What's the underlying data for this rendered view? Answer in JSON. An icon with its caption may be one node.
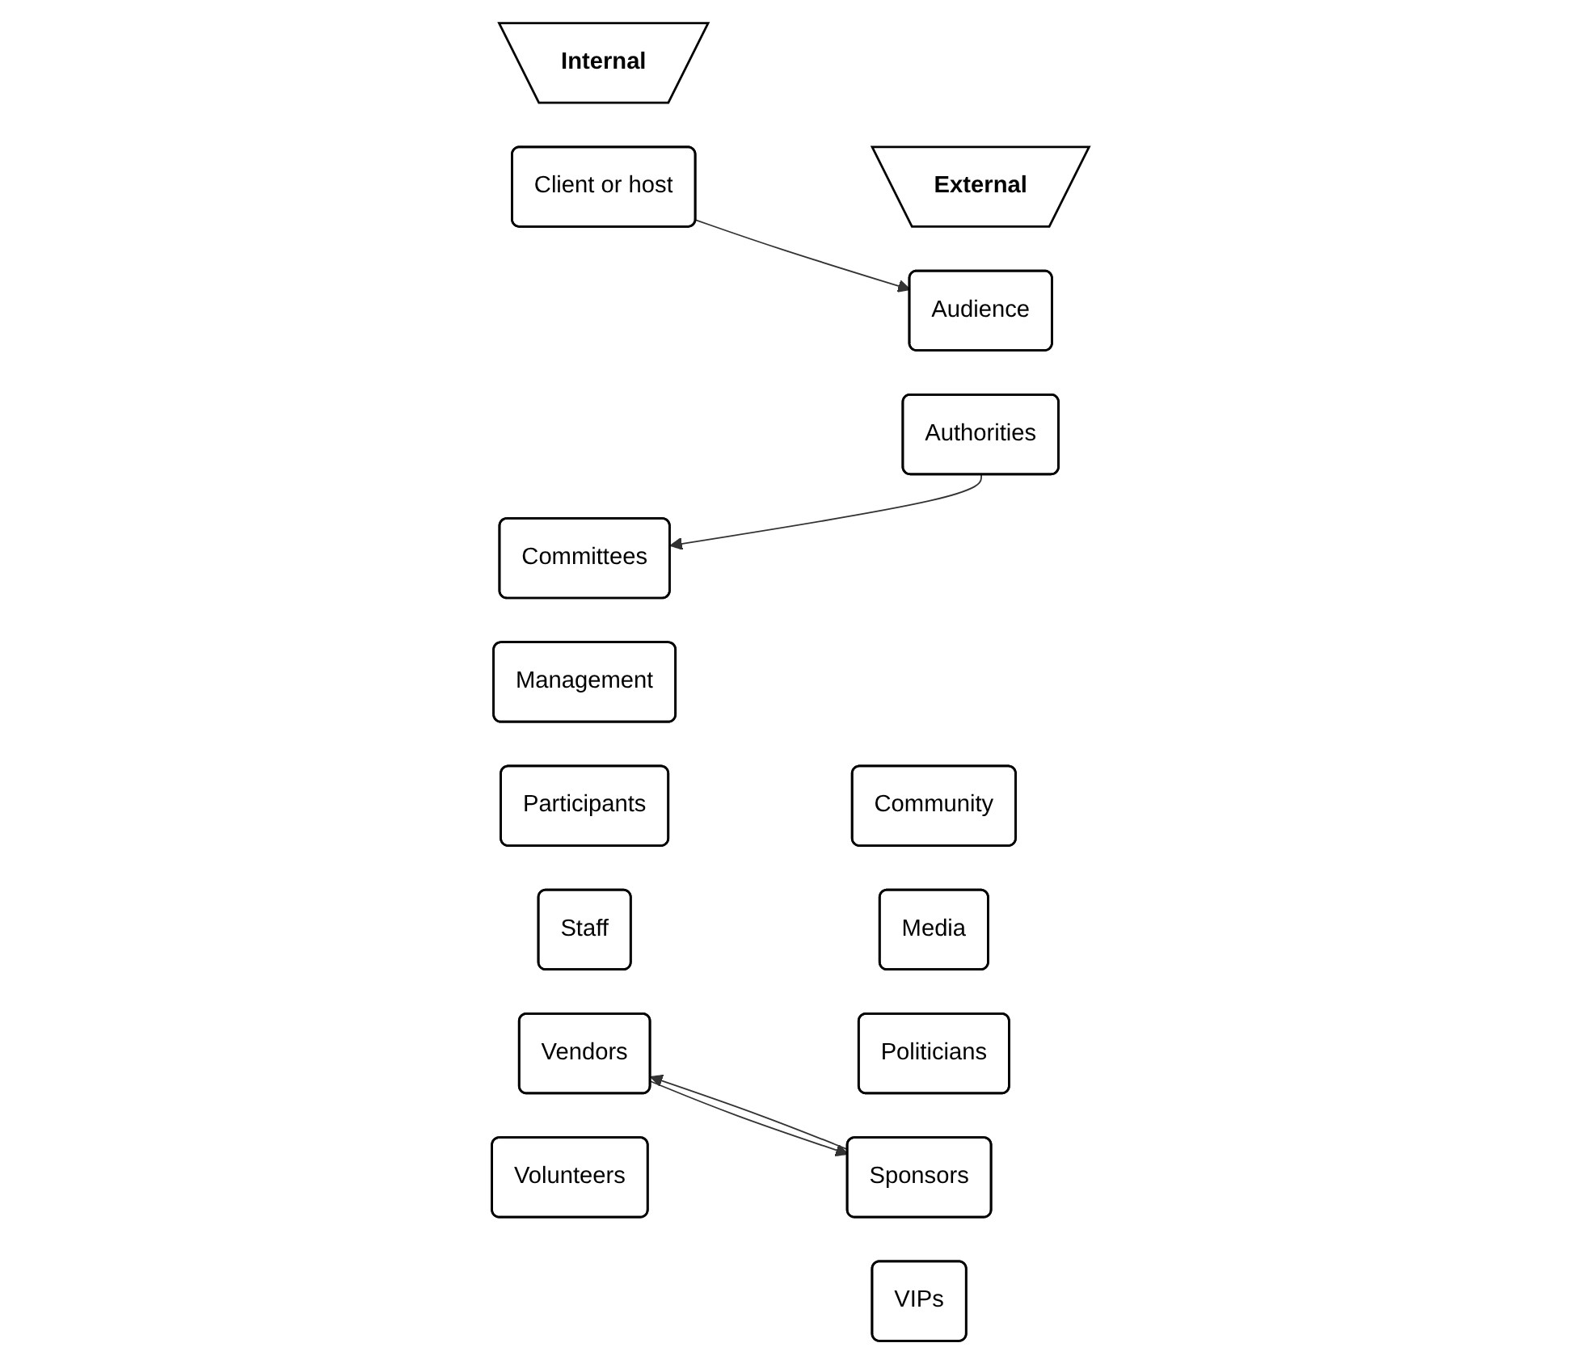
{
  "diagram": {
    "nodes": [
      {
        "text": [
          "Internal"
        ]
      },
      {
        "text": [
          "Client or host"
        ]
      },
      {
        "text": [
          "Committees"
        ]
      },
      {
        "text": [
          "Management"
        ]
      },
      {
        "text": [
          "Participants"
        ]
      },
      {
        "text": [
          "Staff"
        ]
      },
      {
        "text": [
          "Vendors"
        ]
      },
      {
        "text": [
          "Volunteers"
        ]
      },
      {
        "text": [
          "External"
        ]
      },
      {
        "text": [
          "Audience"
        ]
      },
      {
        "text": [
          "Authorities"
        ]
      },
      {
        "text": [
          "Community"
        ]
      },
      {
        "text": [
          "Media"
        ]
      },
      {
        "text": [
          "Politicians"
        ]
      },
      {
        "text": [
          "Sponsors"
        ]
      },
      {
        "text": [
          "VIPs"
        ]
      }
    ],
    "edges": [
      {
        "from": 1,
        "to": 9,
        "arrow": "to"
      },
      {
        "from": 10,
        "to": 2,
        "arrow": "to"
      },
      {
        "from": 14,
        "to": 6,
        "arrow": "to"
      },
      {
        "from": 6,
        "to": 14,
        "arrow": "to"
      }
    ]
  }
}
